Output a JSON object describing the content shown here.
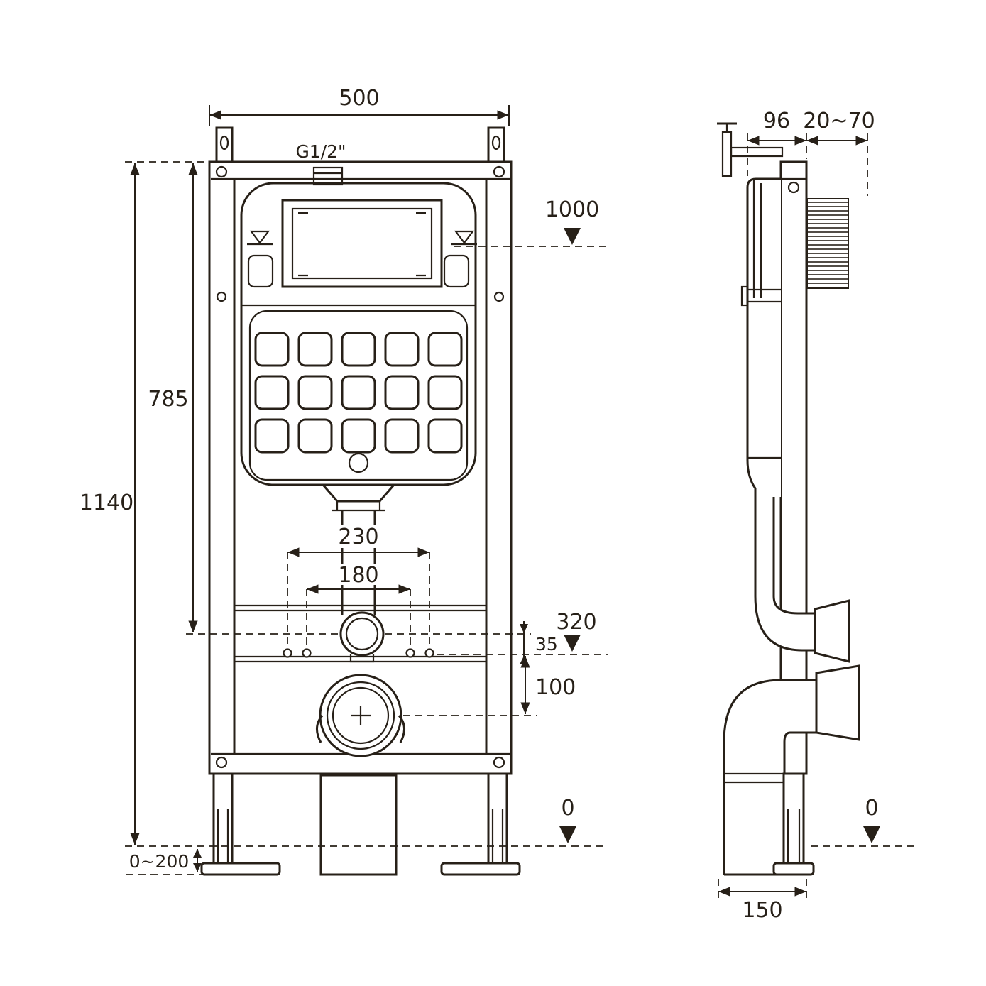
{
  "page": {
    "background": "#ffffff",
    "ink": "#272018"
  },
  "drawing": {
    "kind": "concealed-cistern-mounting-frame-technical-drawing",
    "front": {
      "width": "500",
      "thread": "G1/2\"",
      "total_height": "1140",
      "cistern_height": "785",
      "button_level": "1000",
      "fix_outer": "230",
      "fix_inner": "180",
      "outlet_level": "320",
      "offset_small": "35",
      "offset_drain": "100",
      "floor_level": "0",
      "leg_adjust": "0~200"
    },
    "side": {
      "depth": "96",
      "wall_range": "20~70",
      "floor_level": "0",
      "base_depth": "150"
    }
  }
}
